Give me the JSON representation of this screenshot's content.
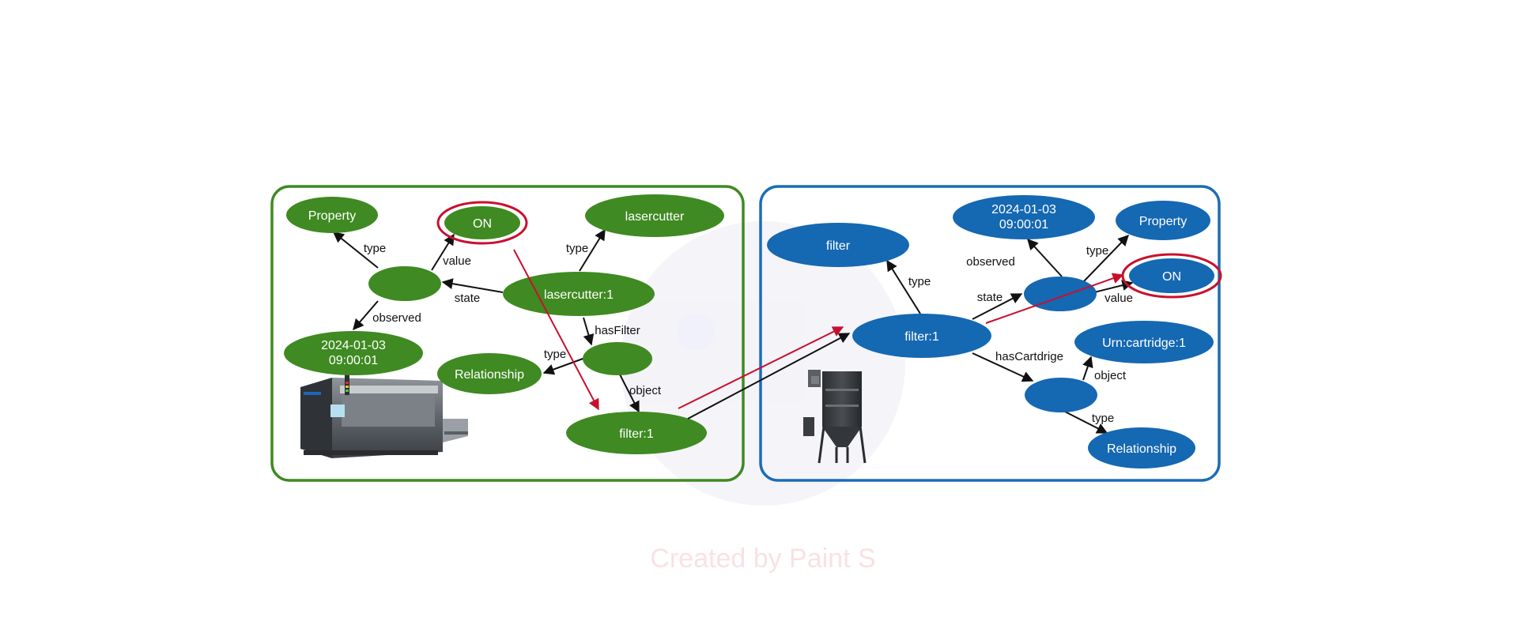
{
  "colors": {
    "green": "#3f8a22",
    "green_border": "#3f8a22",
    "blue": "#1568b2",
    "blue_border": "#1b6db5",
    "highlight": "#c8102e",
    "edge": "#111111",
    "node_text": "#ffffff"
  },
  "watermark": "Created by Paint S",
  "left_panel": {
    "image_icon": "laser-cutter-machine-image",
    "nodes": {
      "property": "Property",
      "on": "ON",
      "lasercutter": "lasercutter",
      "state_node": "",
      "lasercutter1": "lasercutter:1",
      "date_line1": "2024-01-03",
      "date_line2": "09:00:01",
      "relationship": "Relationship",
      "rel_node": "",
      "filter1": "filter:1"
    },
    "edges": {
      "type_property": "type",
      "value": "value",
      "type_lasercutter": "type",
      "state": "state",
      "observed": "observed",
      "hasFilter": "hasFilter",
      "type_relationship": "type",
      "object": "object"
    }
  },
  "right_panel": {
    "image_icon": "filter-unit-machine-image",
    "nodes": {
      "filter": "filter",
      "date_line1": "2024-01-03",
      "date_line2": "09:00:01",
      "property": "Property",
      "on": "ON",
      "state_node": "",
      "filter1": "filter:1",
      "cartridge": "Urn:cartridge:1",
      "rel_node": "",
      "relationship": "Relationship"
    },
    "edges": {
      "type_filter": "type",
      "observed": "observed",
      "type_property": "type",
      "state": "state",
      "value": "value",
      "hasCartdrige": "hasCartdrige",
      "object": "object",
      "type_relationship": "type"
    }
  }
}
